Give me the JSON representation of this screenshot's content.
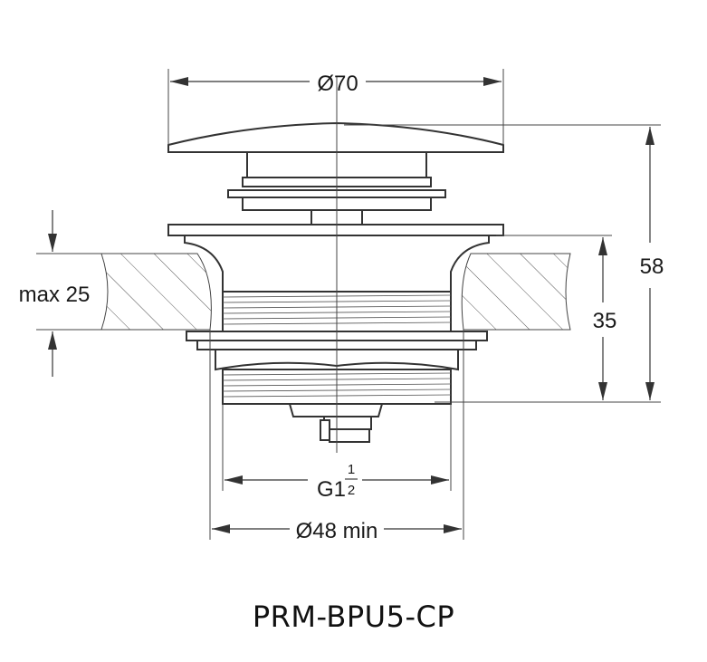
{
  "drawing": {
    "dimensions": {
      "cap_diameter": "Ø70",
      "total_height": "58",
      "body_height": "35",
      "max_thickness": "max 25",
      "thread_prefix": "G1",
      "thread_fraction_num": "1",
      "thread_fraction_den": "2",
      "hole_diameter": "Ø48 min"
    }
  },
  "title": {
    "model_code": "PRM-BPU5-CP"
  }
}
